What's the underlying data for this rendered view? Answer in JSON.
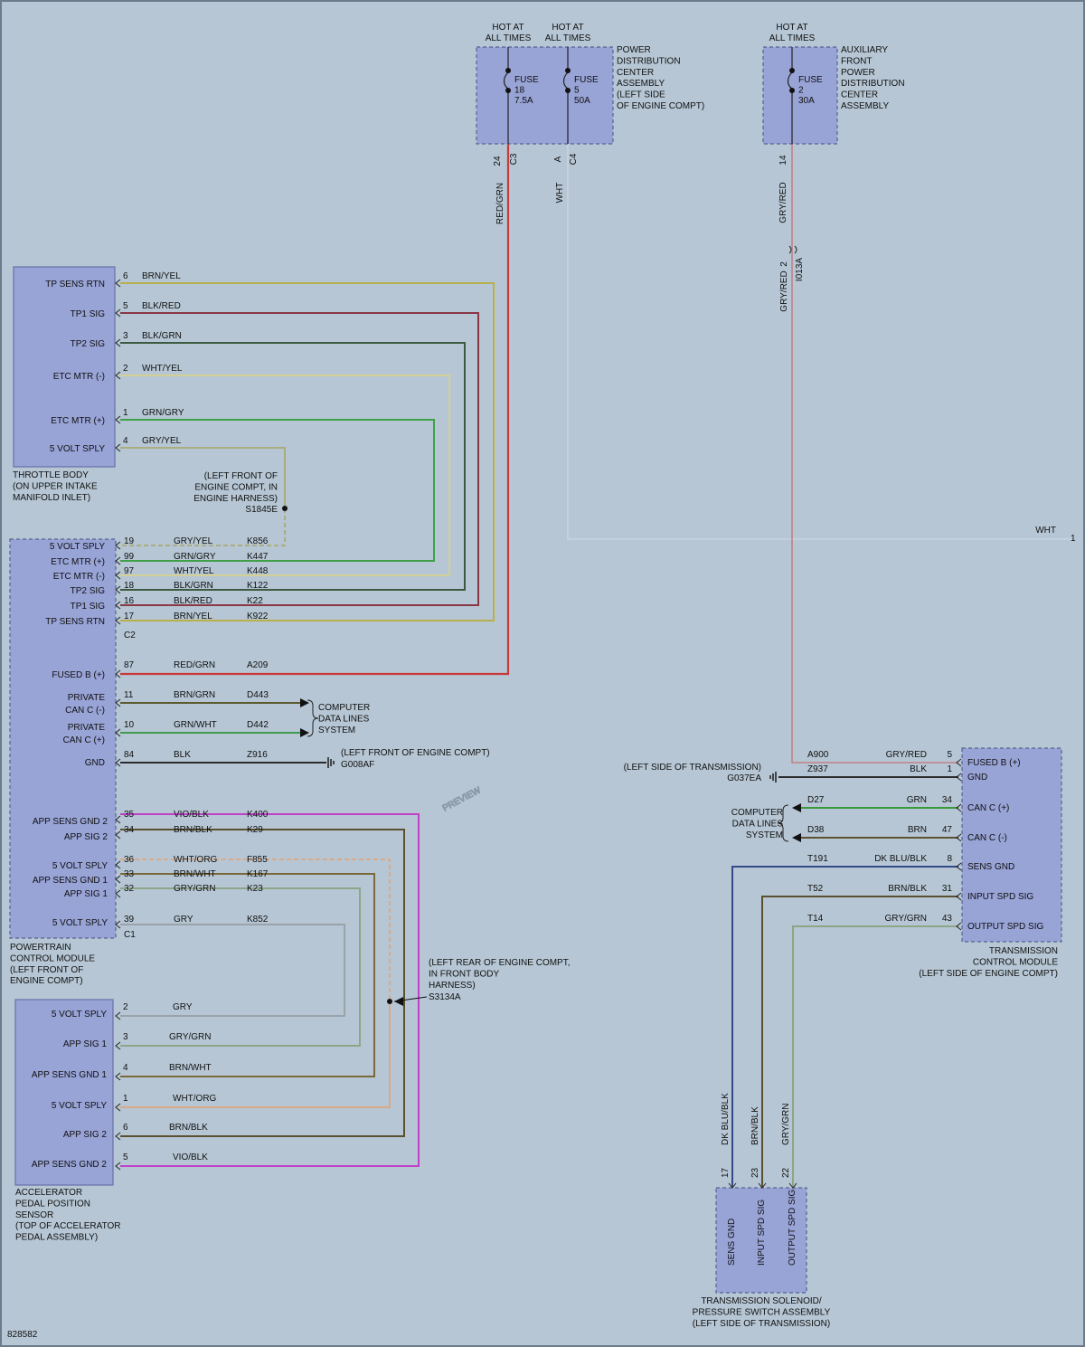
{
  "watermark": "PREVIEW",
  "diagram_id": "828582",
  "colors": {
    "BRN/YEL": "#b9b04c",
    "BLK/RED": "#8a3644",
    "BLK/GRN": "#3c5a40",
    "WHT/YEL": "#d2d095",
    "GRN/GRY": "#3fa048",
    "GRY/YEL": "#a9ad80",
    "RED/GRN": "#c83a3a",
    "BRN/GRN": "#5a5a2e",
    "GRN/WHT": "#3e9b50",
    "BLK": "#2c2c2c",
    "VIO/BLK": "#c040c8",
    "BRN/BLK": "#5a4f2e",
    "WHT/ORG": "#d9aa88",
    "BRN/WHT": "#7a6a3a",
    "GRY/GRN": "#8ea688",
    "GRY": "#9aa2aa",
    "WHT": "#ccd3db",
    "GRY/RED": "#c08286",
    "DK BLU/BLK": "#344a88",
    "GRN": "#3a9a3a",
    "BRN": "#5e5230"
  },
  "fuse_top_1": {
    "hot1": [
      "HOT AT",
      "ALL TIMES"
    ],
    "hot2": [
      "HOT AT",
      "ALL TIMES"
    ],
    "fuse_a": [
      "FUSE",
      "18",
      "7.5A"
    ],
    "fuse_b": [
      "FUSE",
      "5",
      "50A"
    ],
    "label": [
      "POWER",
      "DISTRIBUTION",
      "CENTER",
      "ASSEMBLY",
      "(LEFT SIDE",
      "OF ENGINE COMPT)"
    ],
    "pin_a": "24",
    "conn_a": "C3",
    "pin_b": "A",
    "conn_b": "C4",
    "wire_a": "RED/GRN",
    "wire_b": "WHT"
  },
  "fuse_top_2": {
    "hot": [
      "HOT AT",
      "ALL TIMES"
    ],
    "fuse": [
      "FUSE",
      "2",
      "30A"
    ],
    "label": [
      "AUXILIARY",
      "FRONT",
      "POWER",
      "DISTRIBUTION",
      "CENTER",
      "ASSEMBLY"
    ],
    "pin": "14",
    "wire": "GRY/RED",
    "inline_pin": "2",
    "inline_conn": "I013A",
    "wire2": "GRY/RED"
  },
  "throttle_body": {
    "label": [
      "THROTTLE BODY",
      "(ON UPPER INTAKE",
      "MANIFOLD INLET)"
    ],
    "pins": [
      {
        "name": "TP SENS RTN",
        "pin": "6",
        "wire": "BRN/YEL"
      },
      {
        "name": "TP1 SIG",
        "pin": "5",
        "wire": "BLK/RED"
      },
      {
        "name": "TP2 SIG",
        "pin": "3",
        "wire": "BLK/GRN"
      },
      {
        "name": "ETC MTR (-)",
        "pin": "2",
        "wire": "WHT/YEL"
      },
      {
        "name": "ETC MTR (+)",
        "pin": "1",
        "wire": "GRN/GRY"
      },
      {
        "name": "5 VOLT SPLY",
        "pin": "4",
        "wire": "GRY/YEL"
      }
    ]
  },
  "splice_s1845e": {
    "label": [
      "(LEFT FRONT OF",
      "ENGINE COMPT, IN",
      "ENGINE HARNESS)"
    ],
    "id": "S1845E"
  },
  "pcm": {
    "label": [
      "POWERTRAIN",
      "CONTROL MODULE",
      "(LEFT FRONT OF",
      "ENGINE COMPT)"
    ],
    "conn_c2": "C2",
    "conn_c1": "C1",
    "c2_pins": [
      {
        "name": "5 VOLT SPLY",
        "pin": "19",
        "wire": "GRY/YEL",
        "circuit": "K856"
      },
      {
        "name": "ETC MTR (+)",
        "pin": "99",
        "wire": "GRN/GRY",
        "circuit": "K447"
      },
      {
        "name": "ETC MTR (-)",
        "pin": "97",
        "wire": "WHT/YEL",
        "circuit": "K448"
      },
      {
        "name": "TP2 SIG",
        "pin": "18",
        "wire": "BLK/GRN",
        "circuit": "K122"
      },
      {
        "name": "TP1 SIG",
        "pin": "16",
        "wire": "BLK/RED",
        "circuit": "K22"
      },
      {
        "name": "TP SENS RTN",
        "pin": "17",
        "wire": "BRN/YEL",
        "circuit": "K922"
      }
    ],
    "power_pins": [
      {
        "name": "FUSED B (+)",
        "pin": "87",
        "wire": "RED/GRN",
        "circuit": "A209"
      },
      {
        "name": [
          "PRIVATE",
          "CAN C (-)"
        ],
        "pin": "11",
        "wire": "BRN/GRN",
        "circuit": "D443"
      },
      {
        "name": [
          "PRIVATE",
          "CAN C (+)"
        ],
        "pin": "10",
        "wire": "GRN/WHT",
        "circuit": "D442"
      },
      {
        "name": "GND",
        "pin": "84",
        "wire": "BLK",
        "circuit": "Z916"
      }
    ],
    "data_lines": [
      "COMPUTER",
      "DATA LINES",
      "SYSTEM"
    ],
    "ground_label": "(LEFT FRONT OF ENGINE COMPT)",
    "ground_id": "G008AF",
    "c1_pins": [
      {
        "name": "APP SENS GND 2",
        "pin": "35",
        "wire": "VIO/BLK",
        "circuit": "K400"
      },
      {
        "name": "APP SIG 2",
        "pin": "34",
        "wire": "BRN/BLK",
        "circuit": "K29"
      },
      {
        "name": "5 VOLT SPLY",
        "pin": "36",
        "wire": "WHT/ORG",
        "circuit": "F855"
      },
      {
        "name": "APP SENS GND 1",
        "pin": "33",
        "wire": "BRN/WHT",
        "circuit": "K167"
      },
      {
        "name": "APP SIG 1",
        "pin": "32",
        "wire": "GRY/GRN",
        "circuit": "K23"
      },
      {
        "name": "5 VOLT SPLY",
        "pin": "39",
        "wire": "GRY",
        "circuit": "K852"
      }
    ]
  },
  "splice_s3134a": {
    "label": [
      "(LEFT REAR OF ENGINE COMPT,",
      "IN FRONT BODY",
      "HARNESS)"
    ],
    "id": "S3134A"
  },
  "app_sensor": {
    "label": [
      "ACCELERATOR",
      "PEDAL POSITION",
      "SENSOR",
      "(TOP OF ACCELERATOR",
      "PEDAL ASSEMBLY)"
    ],
    "pins": [
      {
        "name": "5 VOLT SPLY",
        "pin": "2",
        "wire": "GRY"
      },
      {
        "name": "APP SIG 1",
        "pin": "3",
        "wire": "GRY/GRN"
      },
      {
        "name": "APP SENS GND 1",
        "pin": "4",
        "wire": "BRN/WHT"
      },
      {
        "name": "5 VOLT SPLY",
        "pin": "1",
        "wire": "WHT/ORG"
      },
      {
        "name": "APP SIG 2",
        "pin": "6",
        "wire": "BRN/BLK"
      },
      {
        "name": "APP SENS GND 2",
        "pin": "5",
        "wire": "VIO/BLK"
      }
    ]
  },
  "wht_offpage": {
    "wire": "WHT",
    "ref": "1"
  },
  "tcm": {
    "label": [
      "TRANSMISSION",
      "CONTROL MODULE",
      "(LEFT SIDE OF ENGINE COMPT)"
    ],
    "ground_label": "(LEFT SIDE OF TRANSMISSION)",
    "ground_id": "G037EA",
    "data_lines": [
      "COMPUTER",
      "DATA LINES",
      "SYSTEM"
    ],
    "pins": [
      {
        "name": "FUSED B (+)",
        "pin": "5",
        "wire": "GRY/RED",
        "circuit": "A900"
      },
      {
        "name": "GND",
        "pin": "1",
        "wire": "BLK",
        "circuit": "Z937"
      },
      {
        "name": "CAN C (+)",
        "pin": "34",
        "wire": "GRN",
        "circuit": "D27"
      },
      {
        "name": "CAN C (-)",
        "pin": "47",
        "wire": "BRN",
        "circuit": "D38"
      },
      {
        "name": "SENS GND",
        "pin": "8",
        "wire": "DK BLU/BLK",
        "circuit": "T191"
      },
      {
        "name": "INPUT SPD SIG",
        "pin": "31",
        "wire": "BRN/BLK",
        "circuit": "T52"
      },
      {
        "name": "OUTPUT SPD SIG",
        "pin": "43",
        "wire": "GRY/GRN",
        "circuit": "T14"
      }
    ]
  },
  "solenoid": {
    "label": [
      "TRANSMISSION SOLENOID/",
      "PRESSURE SWITCH ASSEMBLY",
      "(LEFT SIDE OF TRANSMISSION)"
    ],
    "pins": [
      {
        "name": "SENS GND",
        "pin": "17",
        "wire": "DK BLU/BLK"
      },
      {
        "name": "INPUT SPD SIG",
        "pin": "23",
        "wire": "BRN/BLK"
      },
      {
        "name": "OUTPUT SPD SIG",
        "pin": "22",
        "wire": "GRY/GRN"
      }
    ]
  }
}
